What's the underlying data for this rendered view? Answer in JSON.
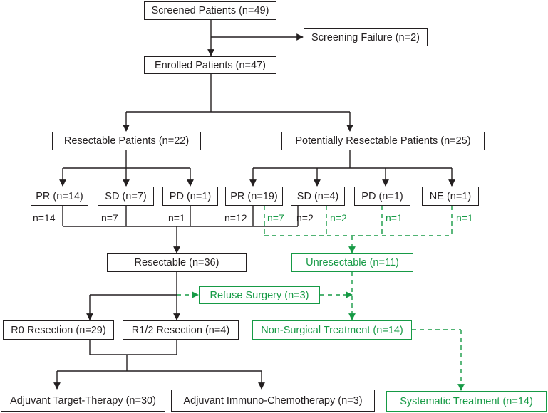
{
  "diagram": {
    "boxes": {
      "screened": "Screened Patients (n=49)",
      "screening_failure": "Screening Failure (n=2)",
      "enrolled": "Enrolled Patients (n=47)",
      "resectable_patients": "Resectable Patients (n=22)",
      "potentially_resectable": "Potentially Resectable Patients (n=25)",
      "r_pr": "PR (n=14)",
      "r_sd": "SD (n=7)",
      "r_pd": "PD (n=1)",
      "p_pr": "PR (n=19)",
      "p_sd": "SD (n=4)",
      "p_pd": "PD (n=1)",
      "p_ne": "NE (n=1)",
      "resectable": "Resectable (n=36)",
      "unresectable": "Unresectable (n=11)",
      "refuse_surgery": "Refuse Surgery (n=3)",
      "r0": "R0 Resection (n=29)",
      "r12": "R1/2 Resection (n=4)",
      "non_surgical": "Non-Surgical Treatment (n=14)",
      "adj_target": "Adjuvant Target-Therapy (n=30)",
      "adj_immuno": "Adjuvant Immuno-Chemotherapy (n=3)",
      "systematic": "Systematic Treatment (n=14)"
    },
    "labels": {
      "r_pr_n": "n=14",
      "r_sd_n": "n=7",
      "r_pd_n": "n=1",
      "p_pr_n_black": "n=12",
      "p_pr_n_green": "n=7",
      "p_sd_n_black": "n=2",
      "p_sd_n_green": "n=2",
      "p_pd_n": "n=1",
      "p_ne_n": "n=1"
    },
    "colors": {
      "line": "#231f20",
      "green": "#169a45"
    }
  }
}
